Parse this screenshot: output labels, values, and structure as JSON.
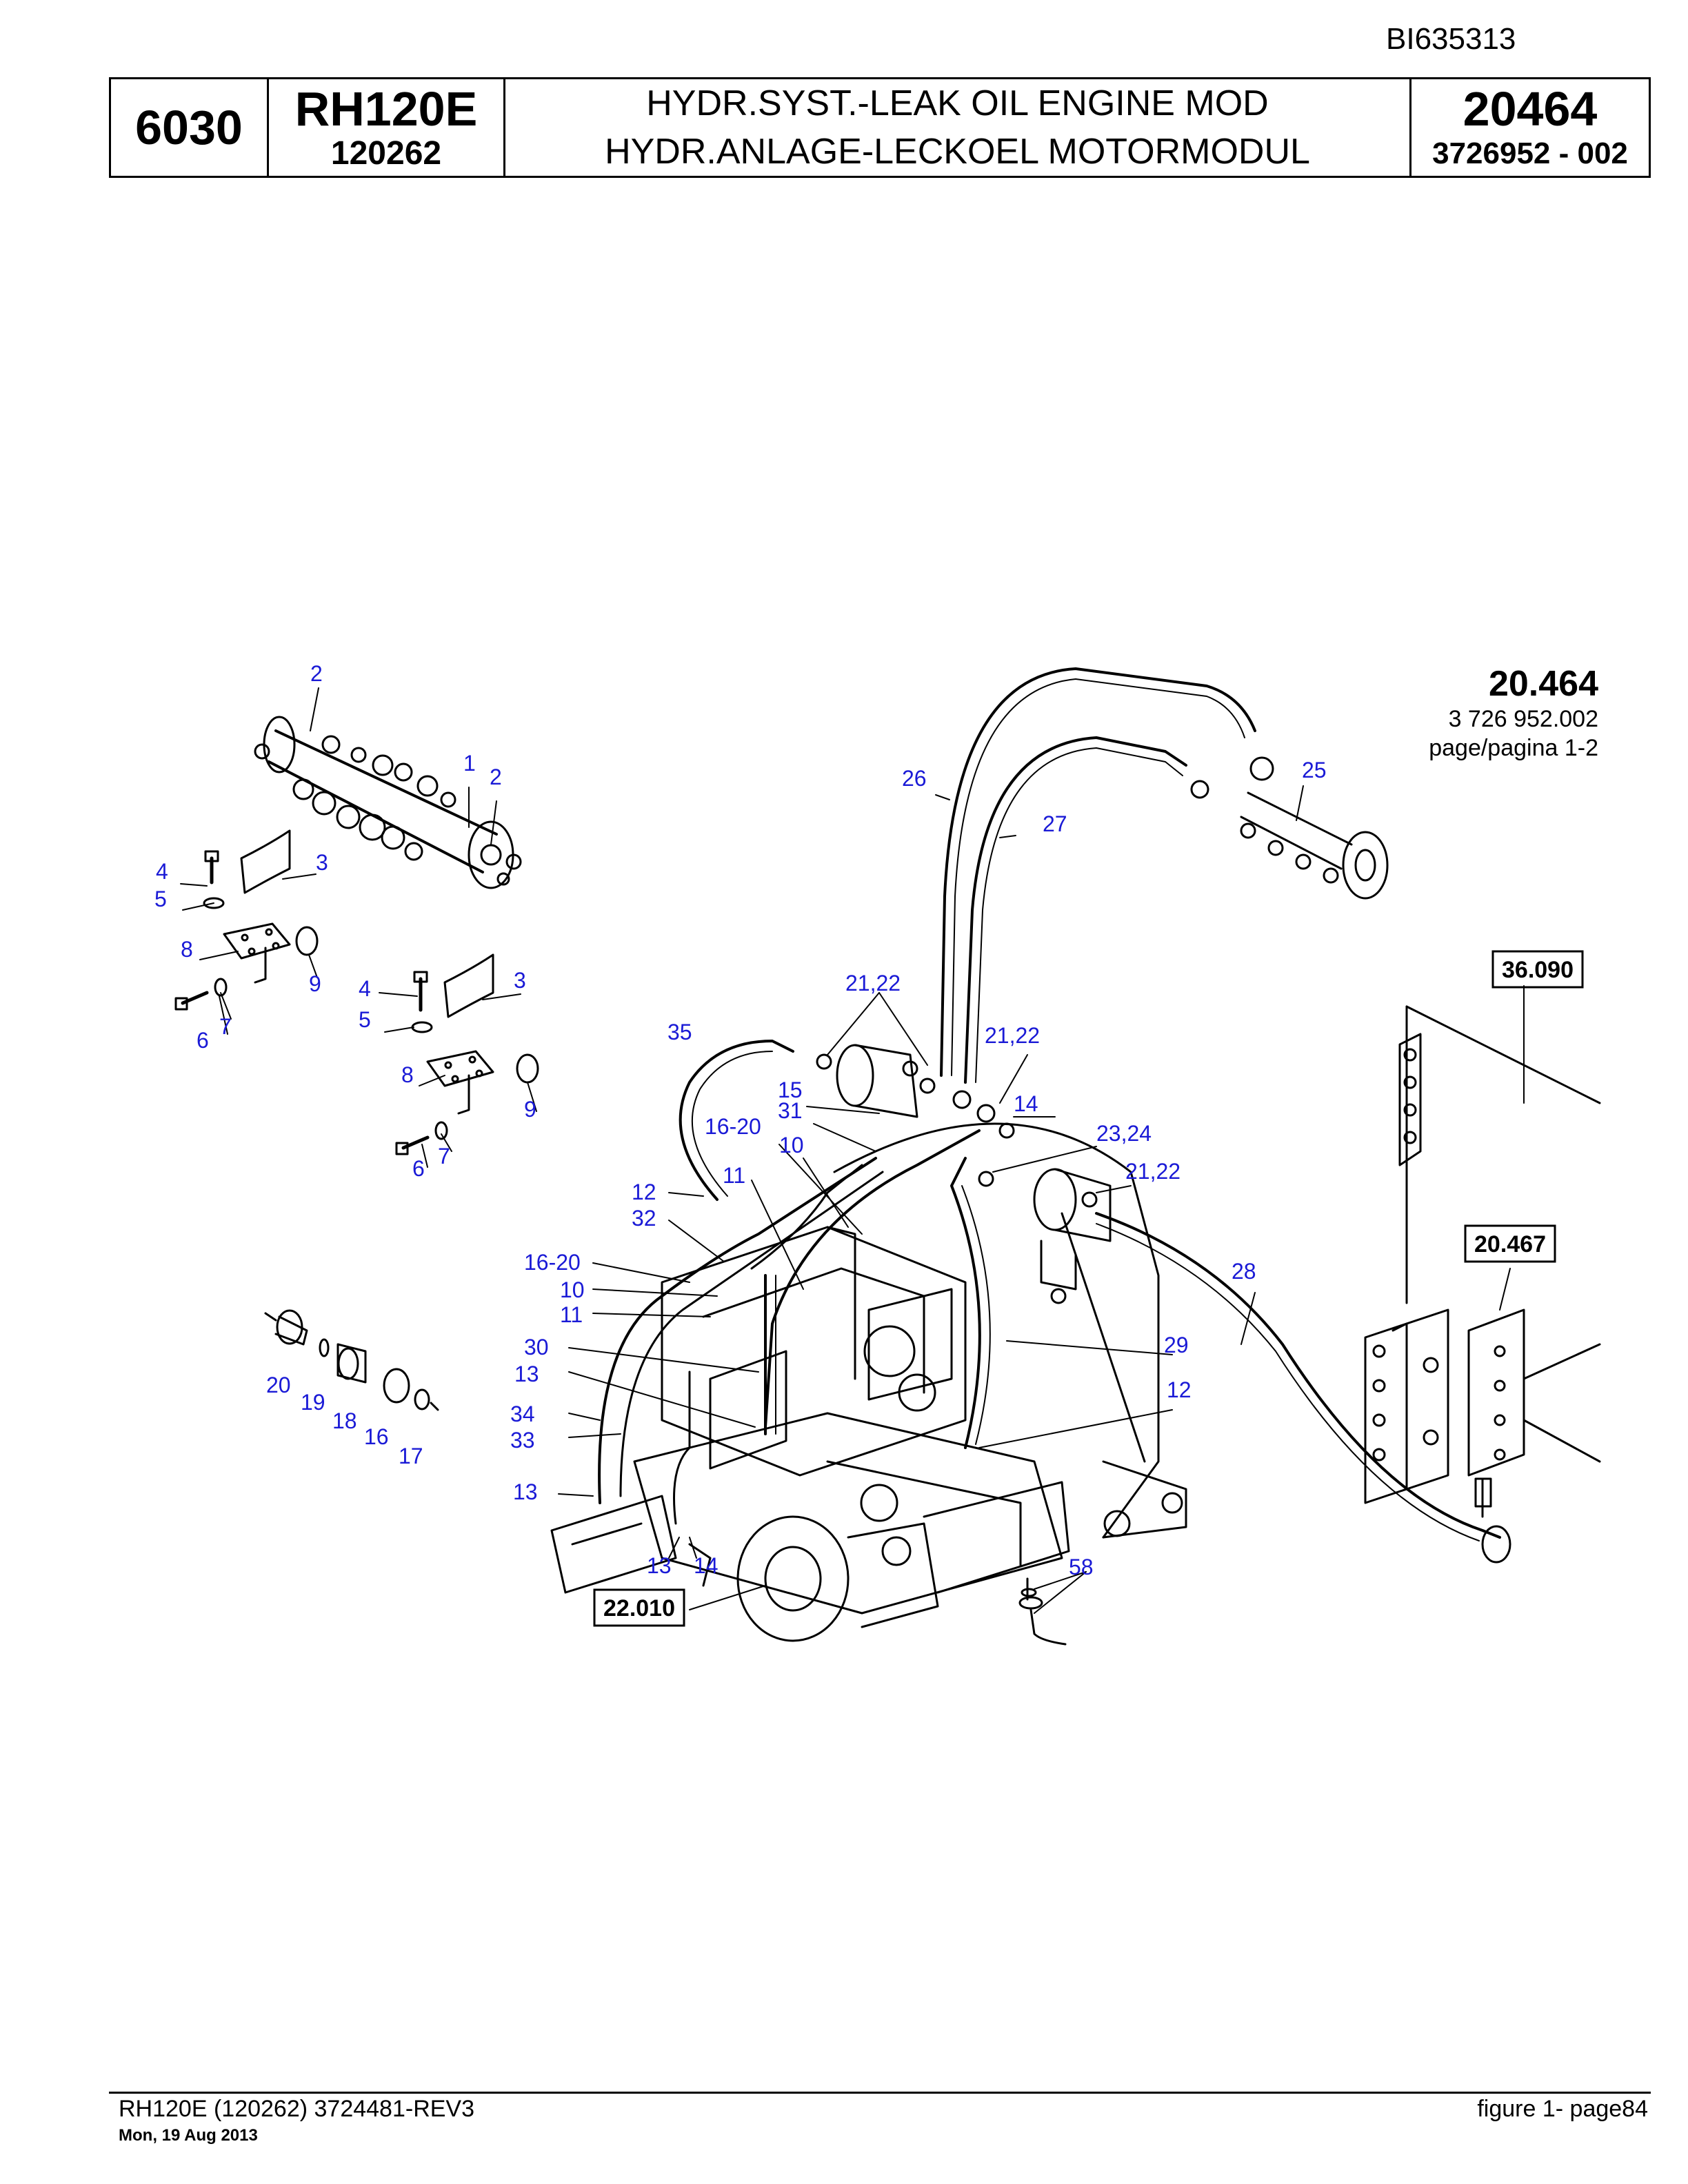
{
  "doc_id": "BI635313",
  "header": {
    "group": "6030",
    "model": "RH120E",
    "serial": "120262",
    "title_en": "HYDR.SYST.-LEAK OIL ENGINE MOD",
    "title_de": "HYDR.ANLAGE-LECKOEL MOTORMODUL",
    "figure_no": "20464",
    "part_no": "3726952  - 002"
  },
  "reference": {
    "number": "20.464",
    "part": "3 726 952.002",
    "page": "page/pagina 1-2"
  },
  "boxed_refs": [
    "36.090",
    "20.467",
    "22.010"
  ],
  "callouts": [
    "1",
    "2",
    "2",
    "3",
    "3",
    "4",
    "4",
    "5",
    "5",
    "6",
    "6",
    "7",
    "7",
    "8",
    "8",
    "9",
    "9",
    "10",
    "10",
    "11",
    "11",
    "12",
    "12",
    "13",
    "13",
    "13",
    "14",
    "14",
    "15",
    "16-20",
    "16-20",
    "16",
    "17",
    "18",
    "19",
    "20",
    "21,22",
    "21,22",
    "21,22",
    "23,24",
    "25",
    "26",
    "27",
    "28",
    "29",
    "30",
    "31",
    "32",
    "33",
    "34",
    "35",
    "58"
  ],
  "footer": {
    "left": "RH120E (120262) 3724481-REV3",
    "date": "Mon, 19 Aug 2013",
    "right": "figure  1- page84"
  },
  "colors": {
    "callout": "#1a1ad6",
    "line": "#000000"
  }
}
